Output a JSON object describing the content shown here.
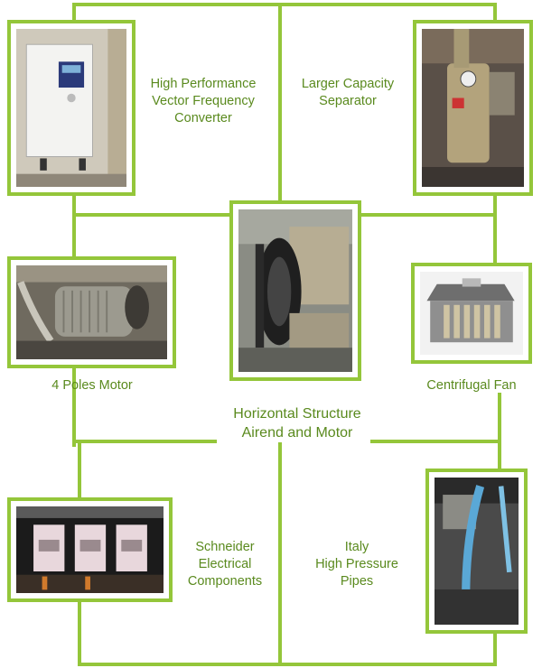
{
  "colors": {
    "frame": "#94c63a",
    "text": "#5a8a1e",
    "background": "#ffffff"
  },
  "features": {
    "converter": {
      "lines": [
        "High Performance",
        "Vector Frequency",
        "Converter"
      ],
      "photo": "vector-frequency-converter-photo"
    },
    "separator": {
      "lines": [
        "Larger Capacity",
        "Separator"
      ],
      "photo": "separator-tank-photo"
    },
    "motor": {
      "lines": [
        "4 Poles Motor"
      ],
      "photo": "electric-motor-photo"
    },
    "airend": {
      "lines": [
        "Horizontal Structure",
        "Airend and Motor"
      ],
      "photo": "airend-belt-drive-photo"
    },
    "fan": {
      "lines": [
        "Centrifugal Fan"
      ],
      "photo": "centrifugal-fan-photo"
    },
    "electrical": {
      "lines": [
        "Schneider",
        "Electrical",
        "Components"
      ],
      "photo": "contactor-panel-photo"
    },
    "pipes": {
      "lines": [
        "Italy",
        "High Pressure",
        "Pipes"
      ],
      "photo": "high-pressure-pipes-photo"
    }
  }
}
